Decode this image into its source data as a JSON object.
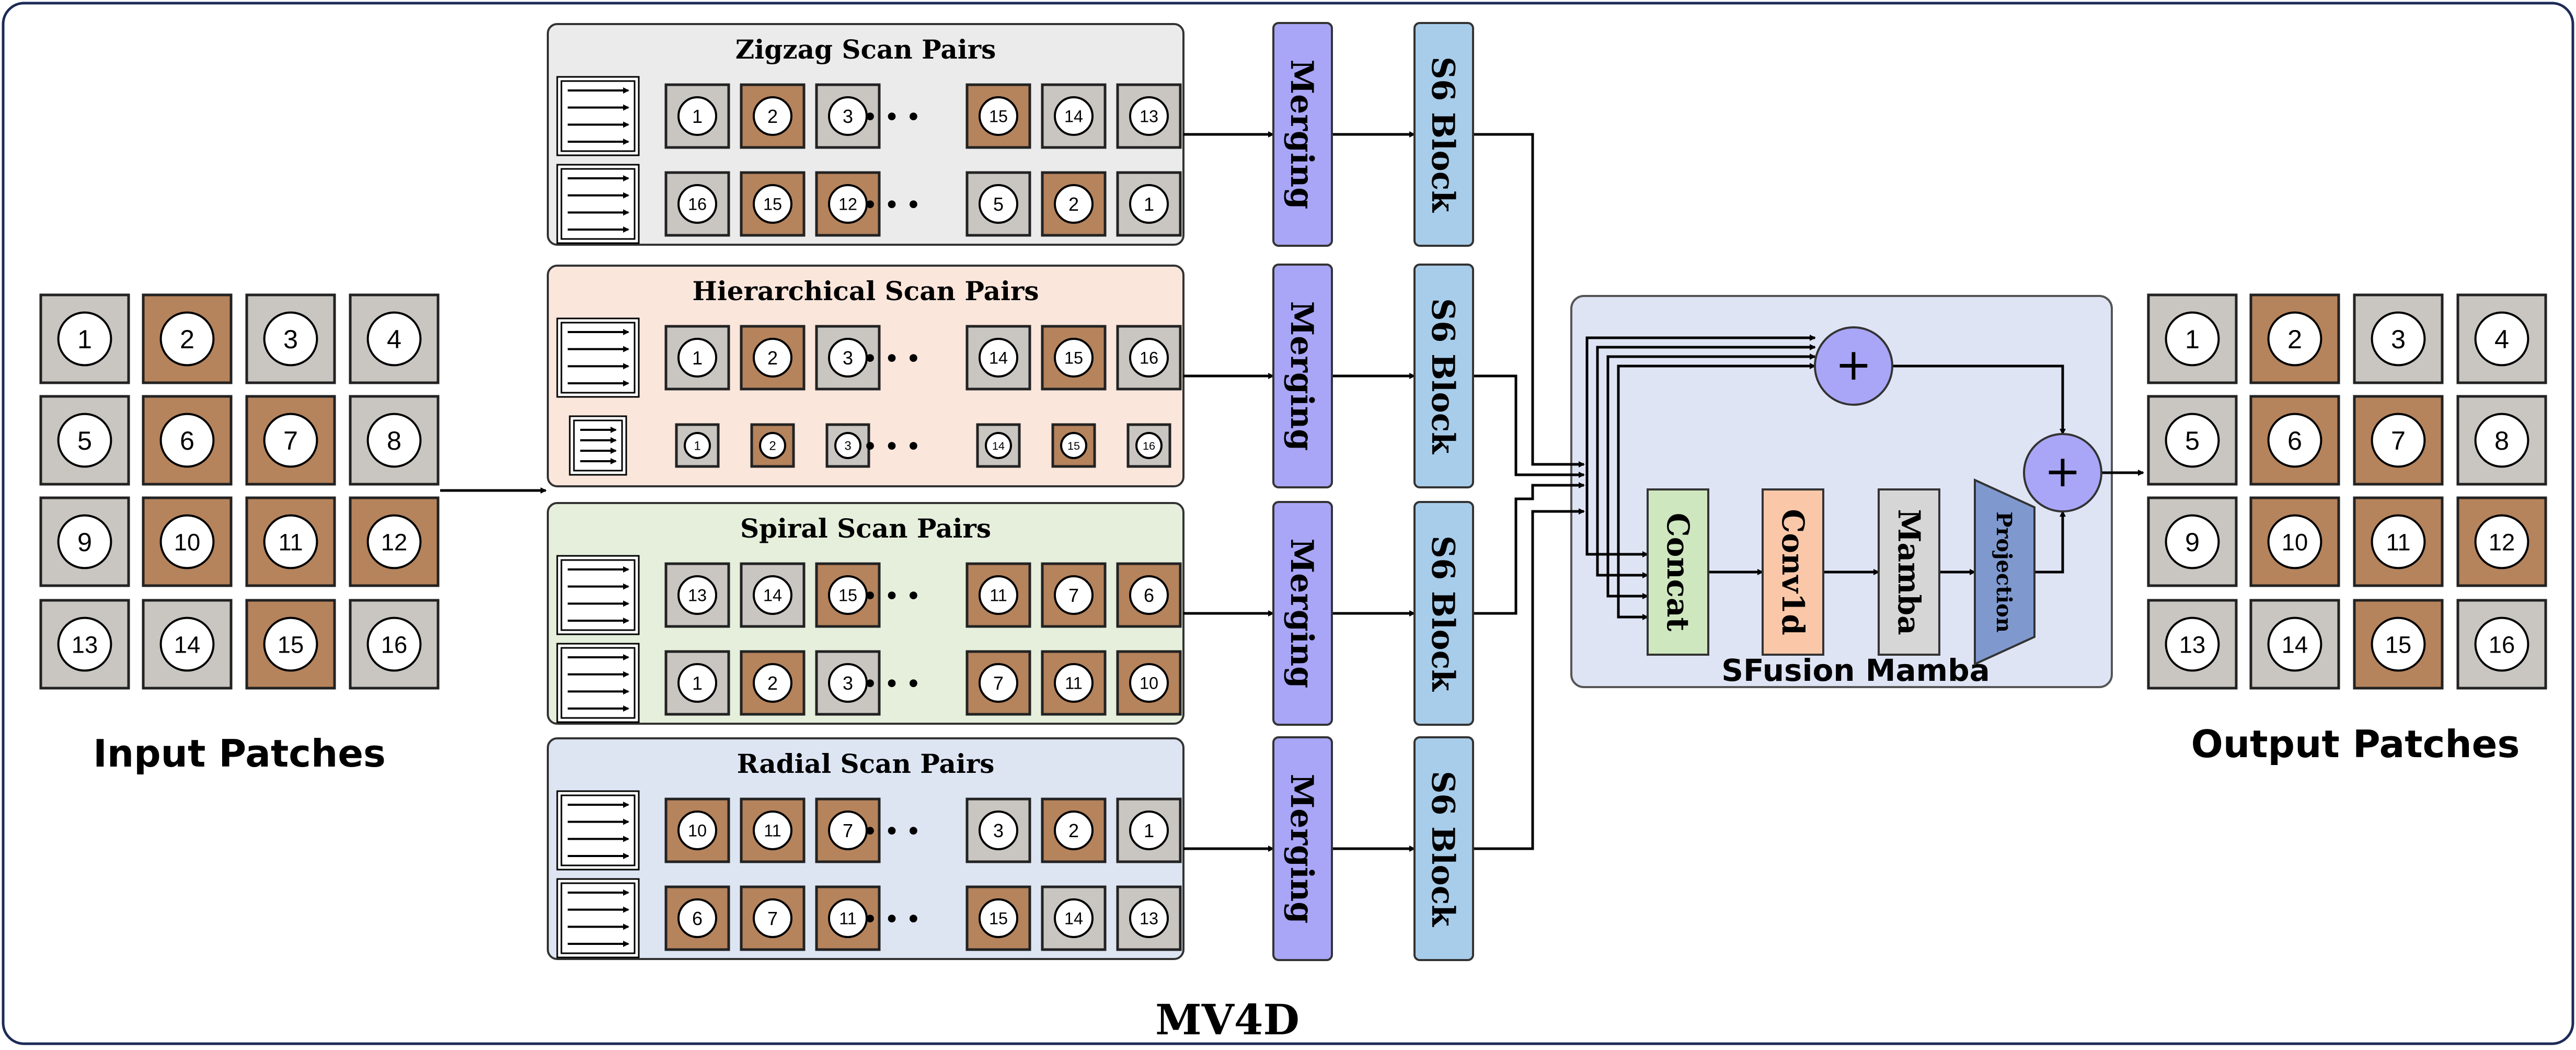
{
  "diagram_title": "MV4D",
  "input": {
    "label": "Input Patches",
    "patches": [
      "1",
      "2",
      "3",
      "4",
      "5",
      "6",
      "7",
      "8",
      "9",
      "10",
      "11",
      "12",
      "13",
      "14",
      "15",
      "16"
    ]
  },
  "output": {
    "label": "Output Patches",
    "patches": [
      "1",
      "2",
      "3",
      "4",
      "5",
      "6",
      "7",
      "8",
      "9",
      "10",
      "11",
      "12",
      "13",
      "14",
      "15",
      "16"
    ]
  },
  "scan_groups": [
    {
      "title": "Zigzag Scan Pairs",
      "bg": "#ebebeb",
      "rows": [
        {
          "left": [
            "1",
            "2",
            "3"
          ],
          "right": [
            "15",
            "14",
            "13"
          ]
        },
        {
          "left": [
            "16",
            "15",
            "12"
          ],
          "right": [
            "5",
            "2",
            "1"
          ]
        }
      ]
    },
    {
      "title": "Hierarchical Scan Pairs",
      "bg": "#fbe6dc",
      "rows": [
        {
          "left": [
            "1",
            "2",
            "3"
          ],
          "right": [
            "14",
            "15",
            "16"
          ]
        },
        {
          "left": [
            "1",
            "2",
            "3"
          ],
          "right": [
            "14",
            "15",
            "16"
          ]
        }
      ]
    },
    {
      "title": "Spiral Scan Pairs",
      "bg": "#e5efdc",
      "rows": [
        {
          "left": [
            "13",
            "14",
            "15"
          ],
          "right": [
            "11",
            "7",
            "6"
          ]
        },
        {
          "left": [
            "1",
            "2",
            "3"
          ],
          "right": [
            "7",
            "11",
            "10"
          ]
        }
      ]
    },
    {
      "title": "Radial Scan Pairs",
      "bg": "#dde5f3",
      "rows": [
        {
          "left": [
            "10",
            "11",
            "7"
          ],
          "right": [
            "3",
            "2",
            "1"
          ]
        },
        {
          "left": [
            "6",
            "7",
            "11"
          ],
          "right": [
            "15",
            "14",
            "13"
          ]
        }
      ]
    }
  ],
  "ellipsis": "• • •",
  "merging_label": "Merging",
  "s6_label": "S6 Block",
  "sfusion": {
    "title": "SFusion Mamba",
    "concat": "Concat",
    "conv1d": "Conv1d",
    "mamba": "Mamba",
    "projection": "Projection",
    "plus": "+"
  },
  "colors": {
    "merging": "#a9a6f7",
    "s6": "#a8cdea",
    "sfusion_bg": "#dfe4f5",
    "concat": "#cfe7bf",
    "conv1d": "#fac8a8",
    "mamba": "#d6d6d6",
    "projection": "#7f99cf",
    "plus": "#a9a6f7",
    "skin": "#b5835c",
    "light": "#c9c6c1"
  }
}
